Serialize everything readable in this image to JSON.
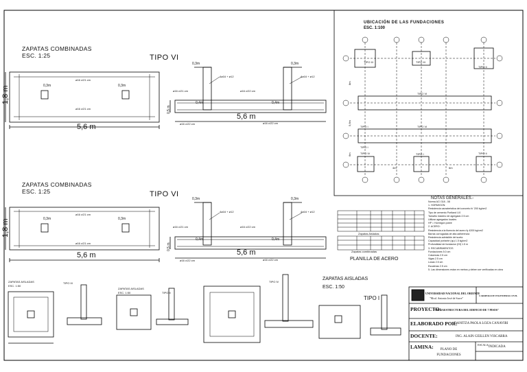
{
  "left_panel": {
    "upper": {
      "heading": "ZAPATAS COMBINADAS",
      "scale": "ESC. 1:25",
      "tipo": "TIPO VI",
      "plan_width": "5,6 m",
      "plan_height": "1,8 m",
      "col_size_left": "0,3m",
      "col_size_right": "0,3m",
      "bar_top": "ø16 c/21 cm",
      "bar_bottom": "ø16 c/21 cm",
      "section_width": "5,6 m",
      "section_height": "0,5 m",
      "sec_col_left": "0,3m",
      "sec_col_right": "0,3m",
      "sec_note_top": "4ø16 + ø12",
      "sec_note_top2": "4ø16 + ø12",
      "sec_bar_left": "ø16 c/21 cm",
      "sec_bar_mid": "ø16 c/22 cm",
      "sec_bot_left": "ø16 c/22 cm",
      "sec_bot_right": "ø16 c/22 cm",
      "sec_col_dim": "0,4m",
      "sec_col_dim2": "0,4m"
    },
    "lower": {
      "heading": "ZAPATAS COMBINADAS",
      "scale": "ESC. 1:25",
      "tipo": "TIPO VI",
      "plan_width": "5,6 m",
      "plan_height": "1,8 m",
      "col_size_left": "0,3m",
      "col_size_right": "0,3m",
      "bar_top": "ø16 c/21 cm",
      "bar_bottom": "ø16 c/21 cm",
      "section_width": "5,6 m",
      "section_height": "0,5 m",
      "sec_col_left": "0,3m",
      "sec_col_right": "0,3m",
      "sec_note_top": "4ø16 + ø12",
      "sec_note_top2": "4ø16 + ø12",
      "sec_bar_left": "ø16 c/21 cm",
      "sec_bar_mid": "ø16 c/22 cm",
      "sec_bot_left": "ø16 c/22 cm",
      "sec_bot_right": "ø16 c/22 cm",
      "sec_col_dim": "0,4m",
      "sec_col_dim2": "0,4m"
    }
  },
  "foundation_plan": {
    "title": "UBICACIÓN DE LAS FUNDACIONES",
    "scale": "ESC. 1:100",
    "labels": [
      "TIPO III",
      "TIPO III",
      "TIPO II",
      "TIPO VI",
      "TIPO VI",
      "TIPO I",
      "TIPO I",
      "TIPO IV",
      "TIPO I",
      "TIPO II"
    ],
    "dims": [
      "4m",
      "6m",
      "8m",
      "5,6m",
      "6m"
    ]
  },
  "isolated": {
    "heading1": "ZAPATAS AISLADAS",
    "scale1": "ESC. 1:50",
    "tipo1": "TIPO III",
    "heading2": "ZAPATAS AISLADAS",
    "scale2": "ESC. 1:50",
    "tipo2": "TIPO II",
    "tipo3": "TIPO IV",
    "heading4": "ZAPATAS AISLADAS",
    "scale4": "ESC. 1:50",
    "tipo4": "TIPO I"
  },
  "steel": {
    "caption_a": "Zapatas Aisladas",
    "caption_b": "Zapatas combinadas",
    "title": "PLANILLA DE ACERO"
  },
  "notes": {
    "title": "NOTAS GENERALES.-",
    "lines": [
      "Norma ACI 318 - 08",
      "1. HORMIGON:",
      "Resistencia caracteristica del concreto fc'     200 kg/cm2",
      "Tipo de cemento                                 Portland I-I0",
      "Tamaño máximo de agregado                        2.5 cm",
      "Utilizar agregados locales",
      "HP = Hormigon pobre",
      "2. ACERO:",
      "Resistencia a la fluencia del acero fy          4200 kg/cm2",
      "Barras corrugadas de alta adherencia",
      "Resistencia admisible del suelo:",
      "Capacidad portante (qu)    1.5 kg/cm2",
      "Profundidad de fundacion (Df)   1.5 m",
      "3. RECUBRIMIENTOS",
      "Fundaciones      5.0 cm",
      "Columnas         2.5 cm",
      "Vigas            2.5 cm",
      "Losas            2.5 cm",
      "Escaleras        2.5 cm",
      "5. Las dimensiones estan en metros y deben ser verificadas en obra"
    ]
  },
  "title_block": {
    "university": "UNIVERSIDAD NACIONAL DEL ORIENTE",
    "motto": "\"Mcal. Antonio José de Sucre\"",
    "career": "CARRERA DE INGENIERIA CIVIL",
    "project_label": "PROYECTO:",
    "project_value": "\"INFRAESTRUCTURA DEL EDIFICIO DE 7 PISOS\"",
    "author_label": "ELABORADO POR:",
    "author_value": "DANITZA PAOLA LOZA CANAVIRI",
    "teacher_label": "DOCENTE:",
    "teacher_value": "ING. ALAIN GEILLEN VISCARRA",
    "sheet_label": "LAMINA:",
    "sheet_value": "PLANO DE FUNDACIONES",
    "scale_label": "ESCALA:",
    "scale_value": "INDICADA"
  }
}
